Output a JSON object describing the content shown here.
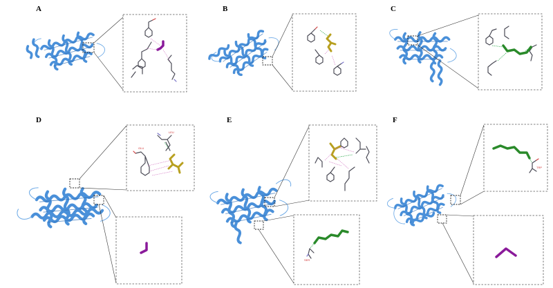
{
  "panels": [
    {
      "letter": "A",
      "ligand": "purple",
      "residues": [
        "",
        "",
        "",
        ""
      ]
    },
    {
      "letter": "B",
      "ligand": "yellow",
      "residues": [
        "",
        "",
        ""
      ]
    },
    {
      "letter": "C",
      "ligand": "green",
      "residues": [
        "",
        "",
        ""
      ]
    },
    {
      "letter": "D",
      "ligand": "yellow",
      "residues": [
        "LEU",
        "GLU"
      ]
    },
    {
      "letter": "E",
      "ligand": "yellow",
      "residues": [
        "",
        "",
        "",
        "SER"
      ]
    },
    {
      "letter": "F",
      "ligand": "green",
      "residues": [
        "TRP"
      ]
    }
  ],
  "colors": {
    "protein": "#4a90d9",
    "ligand_purple": "#8a1a9a",
    "ligand_yellow": "#b8a020",
    "ligand_green": "#2a8a2a",
    "residue_label": "#d03030",
    "hbond": "#29a84a"
  }
}
